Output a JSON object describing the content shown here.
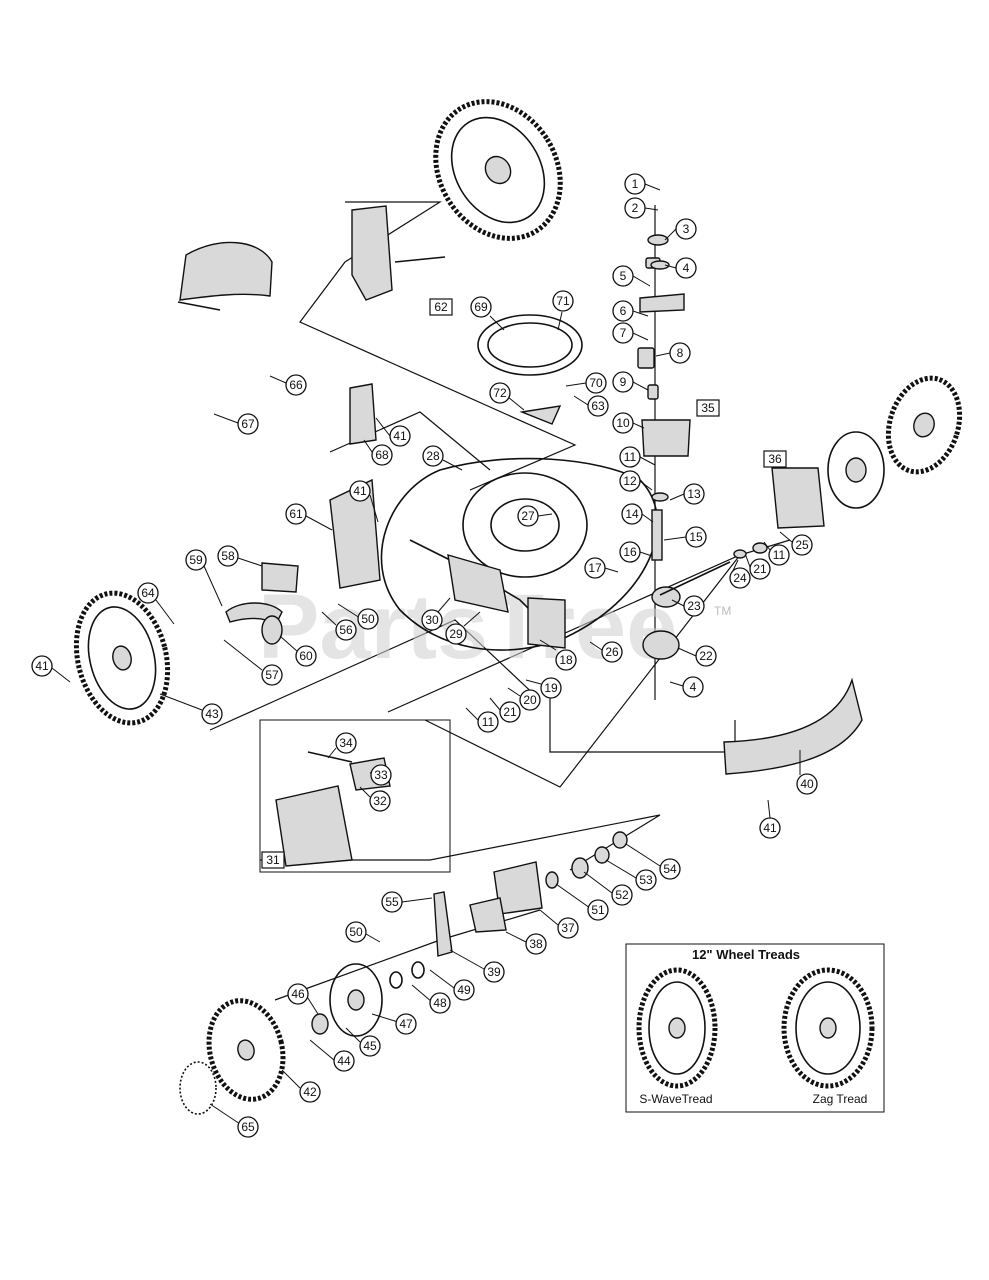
{
  "watermark": {
    "text": "PartsTree",
    "tm": "TM"
  },
  "callouts": [
    "1",
    "2",
    "3",
    "4",
    "5",
    "6",
    "7",
    "8",
    "9",
    "10",
    "11",
    "12",
    "13",
    "14",
    "15",
    "16",
    "17",
    "18",
    "19",
    "20",
    "21",
    "22",
    "23",
    "24",
    "25",
    "26",
    "27",
    "28",
    "29",
    "30",
    "32",
    "33",
    "34",
    "37",
    "38",
    "39",
    "40",
    "41",
    "42",
    "43",
    "44",
    "45",
    "46",
    "47",
    "48",
    "49",
    "50",
    "51",
    "52",
    "53",
    "54",
    "55",
    "56",
    "57",
    "58",
    "59",
    "60",
    "61",
    "63",
    "64",
    "65",
    "66",
    "67",
    "68",
    "69",
    "70",
    "71",
    "72"
  ],
  "boxed_labels": [
    "31",
    "35",
    "36",
    "62"
  ],
  "treads_inset": {
    "title": "12\" Wheel Treads",
    "left_caption": "S-WaveTread",
    "right_caption": "Zag Tread"
  }
}
